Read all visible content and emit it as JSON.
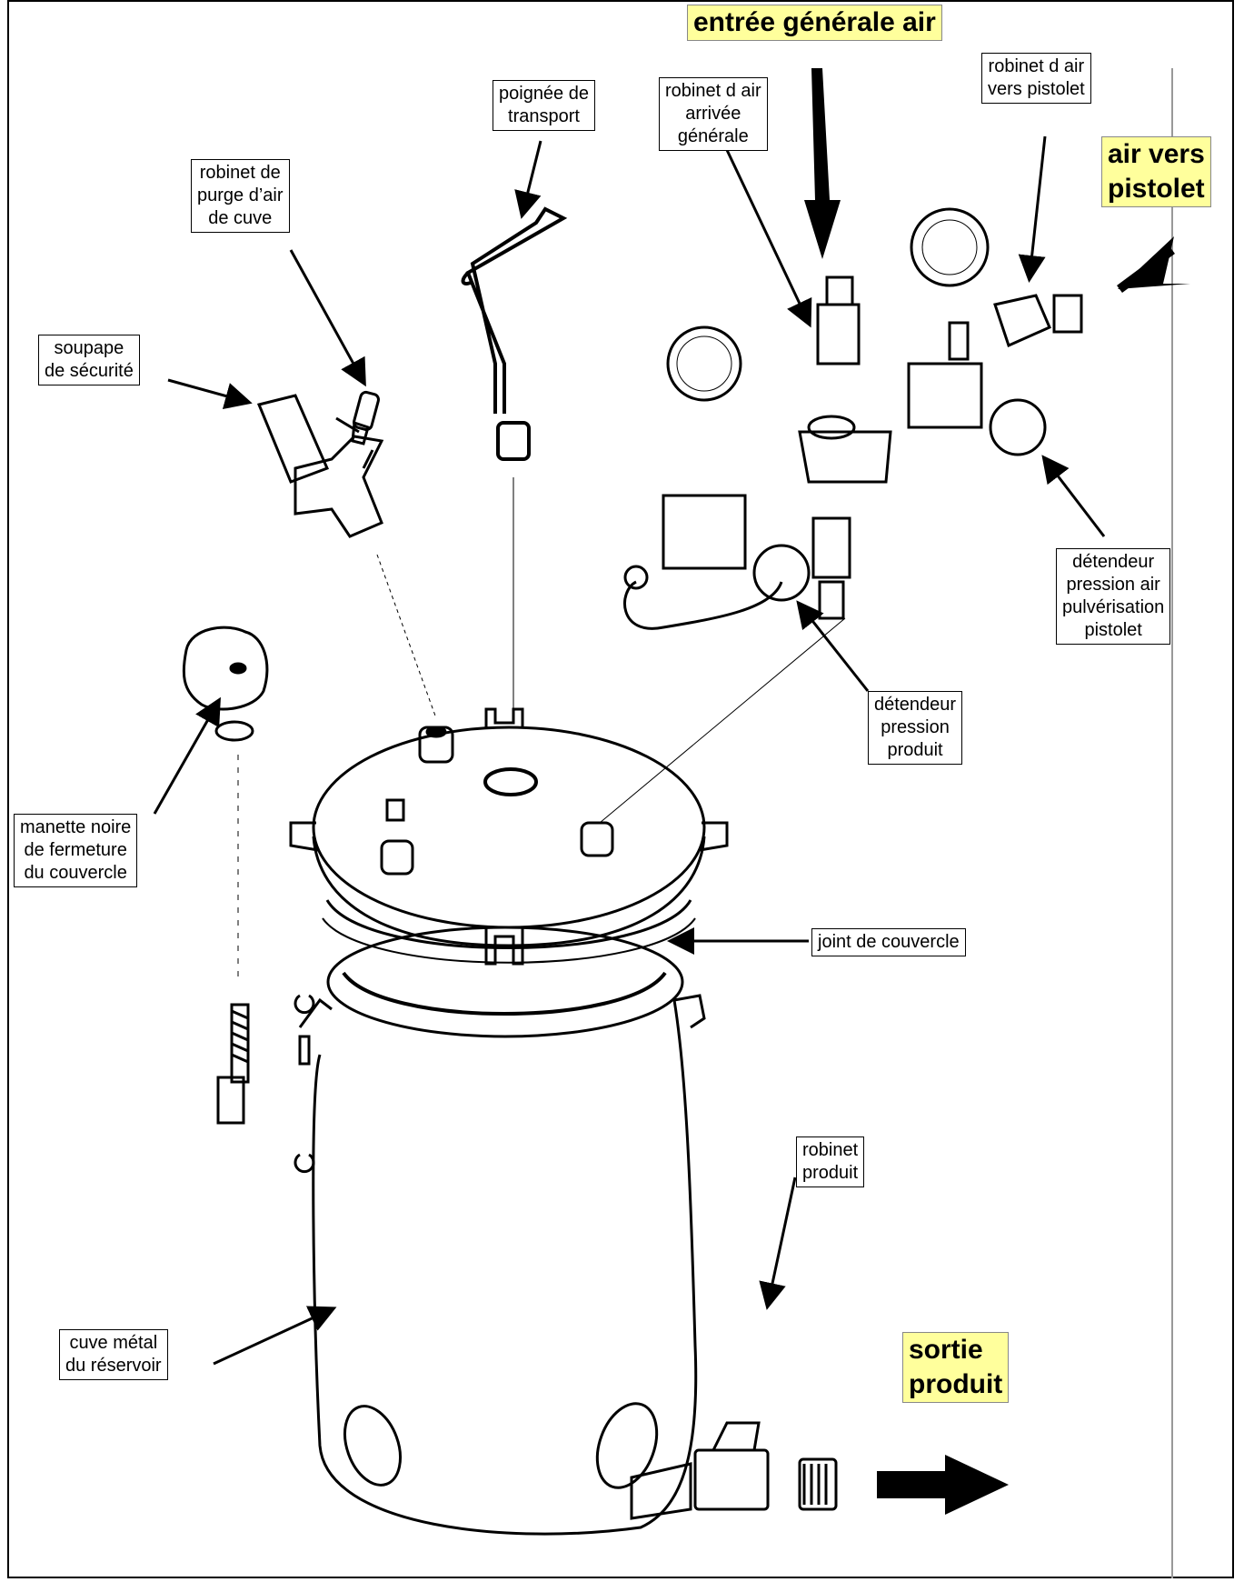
{
  "labels": {
    "entree_generale_air": "entrée générale air",
    "air_vers_pistolet": "air vers\npistolet",
    "sortie_produit": "sortie\nproduit",
    "robinet_air_vers_pistolet": "robinet d air\nvers pistolet",
    "robinet_air_arrivee": "robinet d air\narrivée\ngénérale",
    "poignee_transport": "poignée de\ntransport",
    "robinet_purge": "robinet de\npurge d’air\nde cuve",
    "soupape": "soupape\nde sécurité",
    "detendeur_air": "détendeur\npression air\npulvérisation\npistolet",
    "detendeur_produit": "détendeur\npression\nproduit",
    "manette_noire": "manette noire\nde fermeture\ndu couvercle",
    "joint_couvercle": "joint de couvercle",
    "robinet_produit": "robinet\nproduit",
    "cuve_metal": "cuve métal\ndu réservoir"
  },
  "colors": {
    "highlight": "#ffff9c",
    "ink": "#000000"
  }
}
